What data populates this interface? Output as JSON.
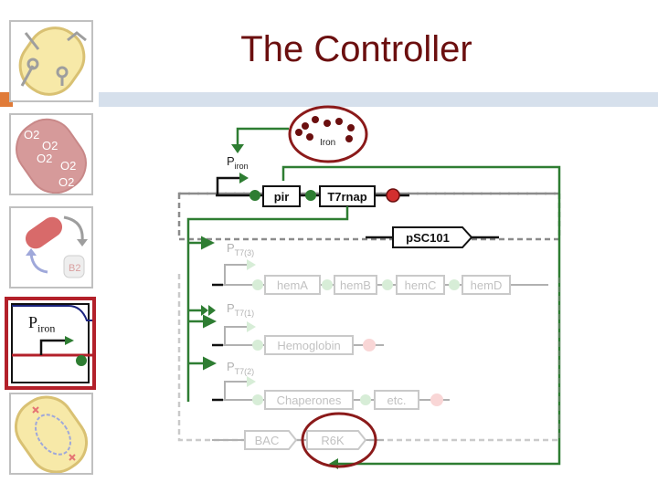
{
  "slide": {
    "title": "The Controller"
  },
  "sidebar": {
    "thumbnails": [
      {
        "name": "cell-circuit-thumbnail"
      },
      {
        "name": "oxygen-thumbnail",
        "texts": [
          "O2",
          "O2",
          "O2",
          "O2",
          "O2"
        ]
      },
      {
        "name": "b12-cycle-thumbnail",
        "texts": [
          "B2"
        ]
      },
      {
        "name": "piron-thumbnail",
        "label": "P",
        "label_sub": "iron"
      },
      {
        "name": "plasmid-cell-thumbnail"
      }
    ]
  },
  "diagram": {
    "iron_label": "Iron",
    "promoter_iron": {
      "p": "P",
      "sub": "iron"
    },
    "genes_top": [
      "pir",
      "T7rnap"
    ],
    "psc101": "pSC101",
    "promoter_t7_3": {
      "p": "P",
      "sub": "T7(3)"
    },
    "promoter_t7_1": {
      "p": "P",
      "sub": "T7(1)"
    },
    "promoter_t7_2": {
      "p": "P",
      "sub": "T7(2)"
    },
    "hem_genes": [
      "hemA",
      "hemB",
      "hemC",
      "hemD"
    ],
    "hemoglobin": "Hemoglobin",
    "chaperones": "Chaperones",
    "etc": "etc.",
    "bac": "BAC",
    "r6k": "R6K"
  },
  "colors": {
    "title": "#6b0f0f",
    "green": "#2e7d32",
    "dark_red": "#8b1a1a",
    "red": "#d32f2f",
    "navy": "#1a237e"
  }
}
